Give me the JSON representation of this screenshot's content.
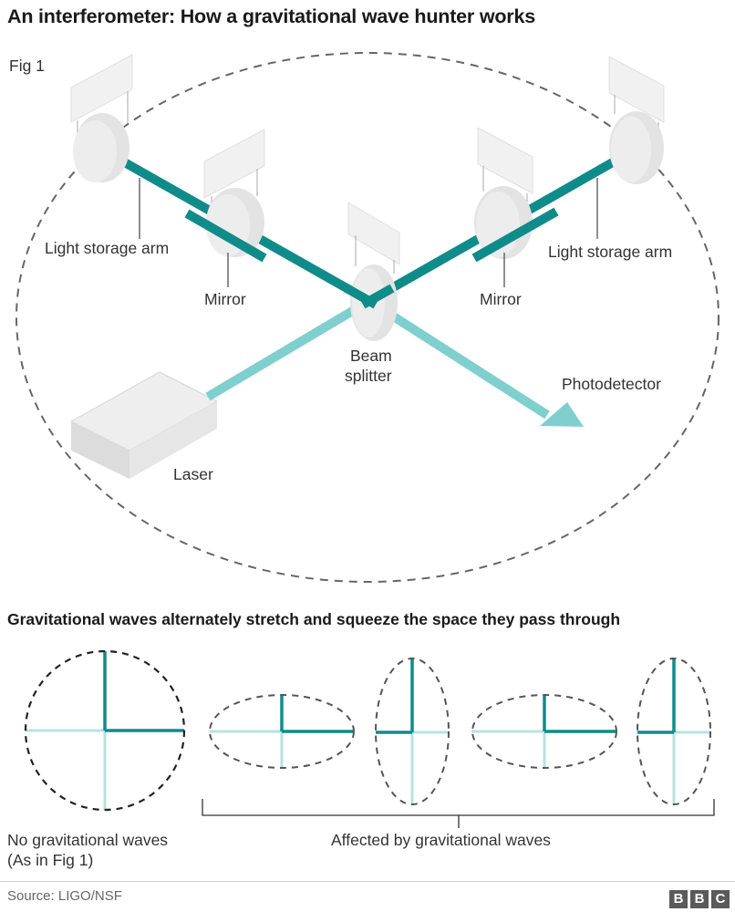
{
  "title": "An interferometer: How a gravitational wave hunter works",
  "fig_label": "Fig 1",
  "labels": {
    "arm_left": "Light storage arm",
    "arm_right": "Light storage arm",
    "mirror_left": "Mirror",
    "mirror_right": "Mirror",
    "beam_splitter_line1": "Beam",
    "beam_splitter_line2": "splitter",
    "photodetector": "Photodetector",
    "laser": "Laser"
  },
  "subtitle": "Gravitational waves alternately stretch and squeeze the space they pass through",
  "bottom": {
    "no_waves_line1": "No gravitational waves",
    "no_waves_line2": "(As in Fig 1)",
    "affected": "Affected by gravitational waves"
  },
  "source": "Source: LIGO/NSF",
  "logo": [
    "B",
    "B",
    "C"
  ],
  "colors": {
    "arm_beam": "#0f8c8a",
    "laser_beam": "#7fcfcf",
    "component": "#e3e3e3",
    "dashed_outline": "#555555"
  }
}
